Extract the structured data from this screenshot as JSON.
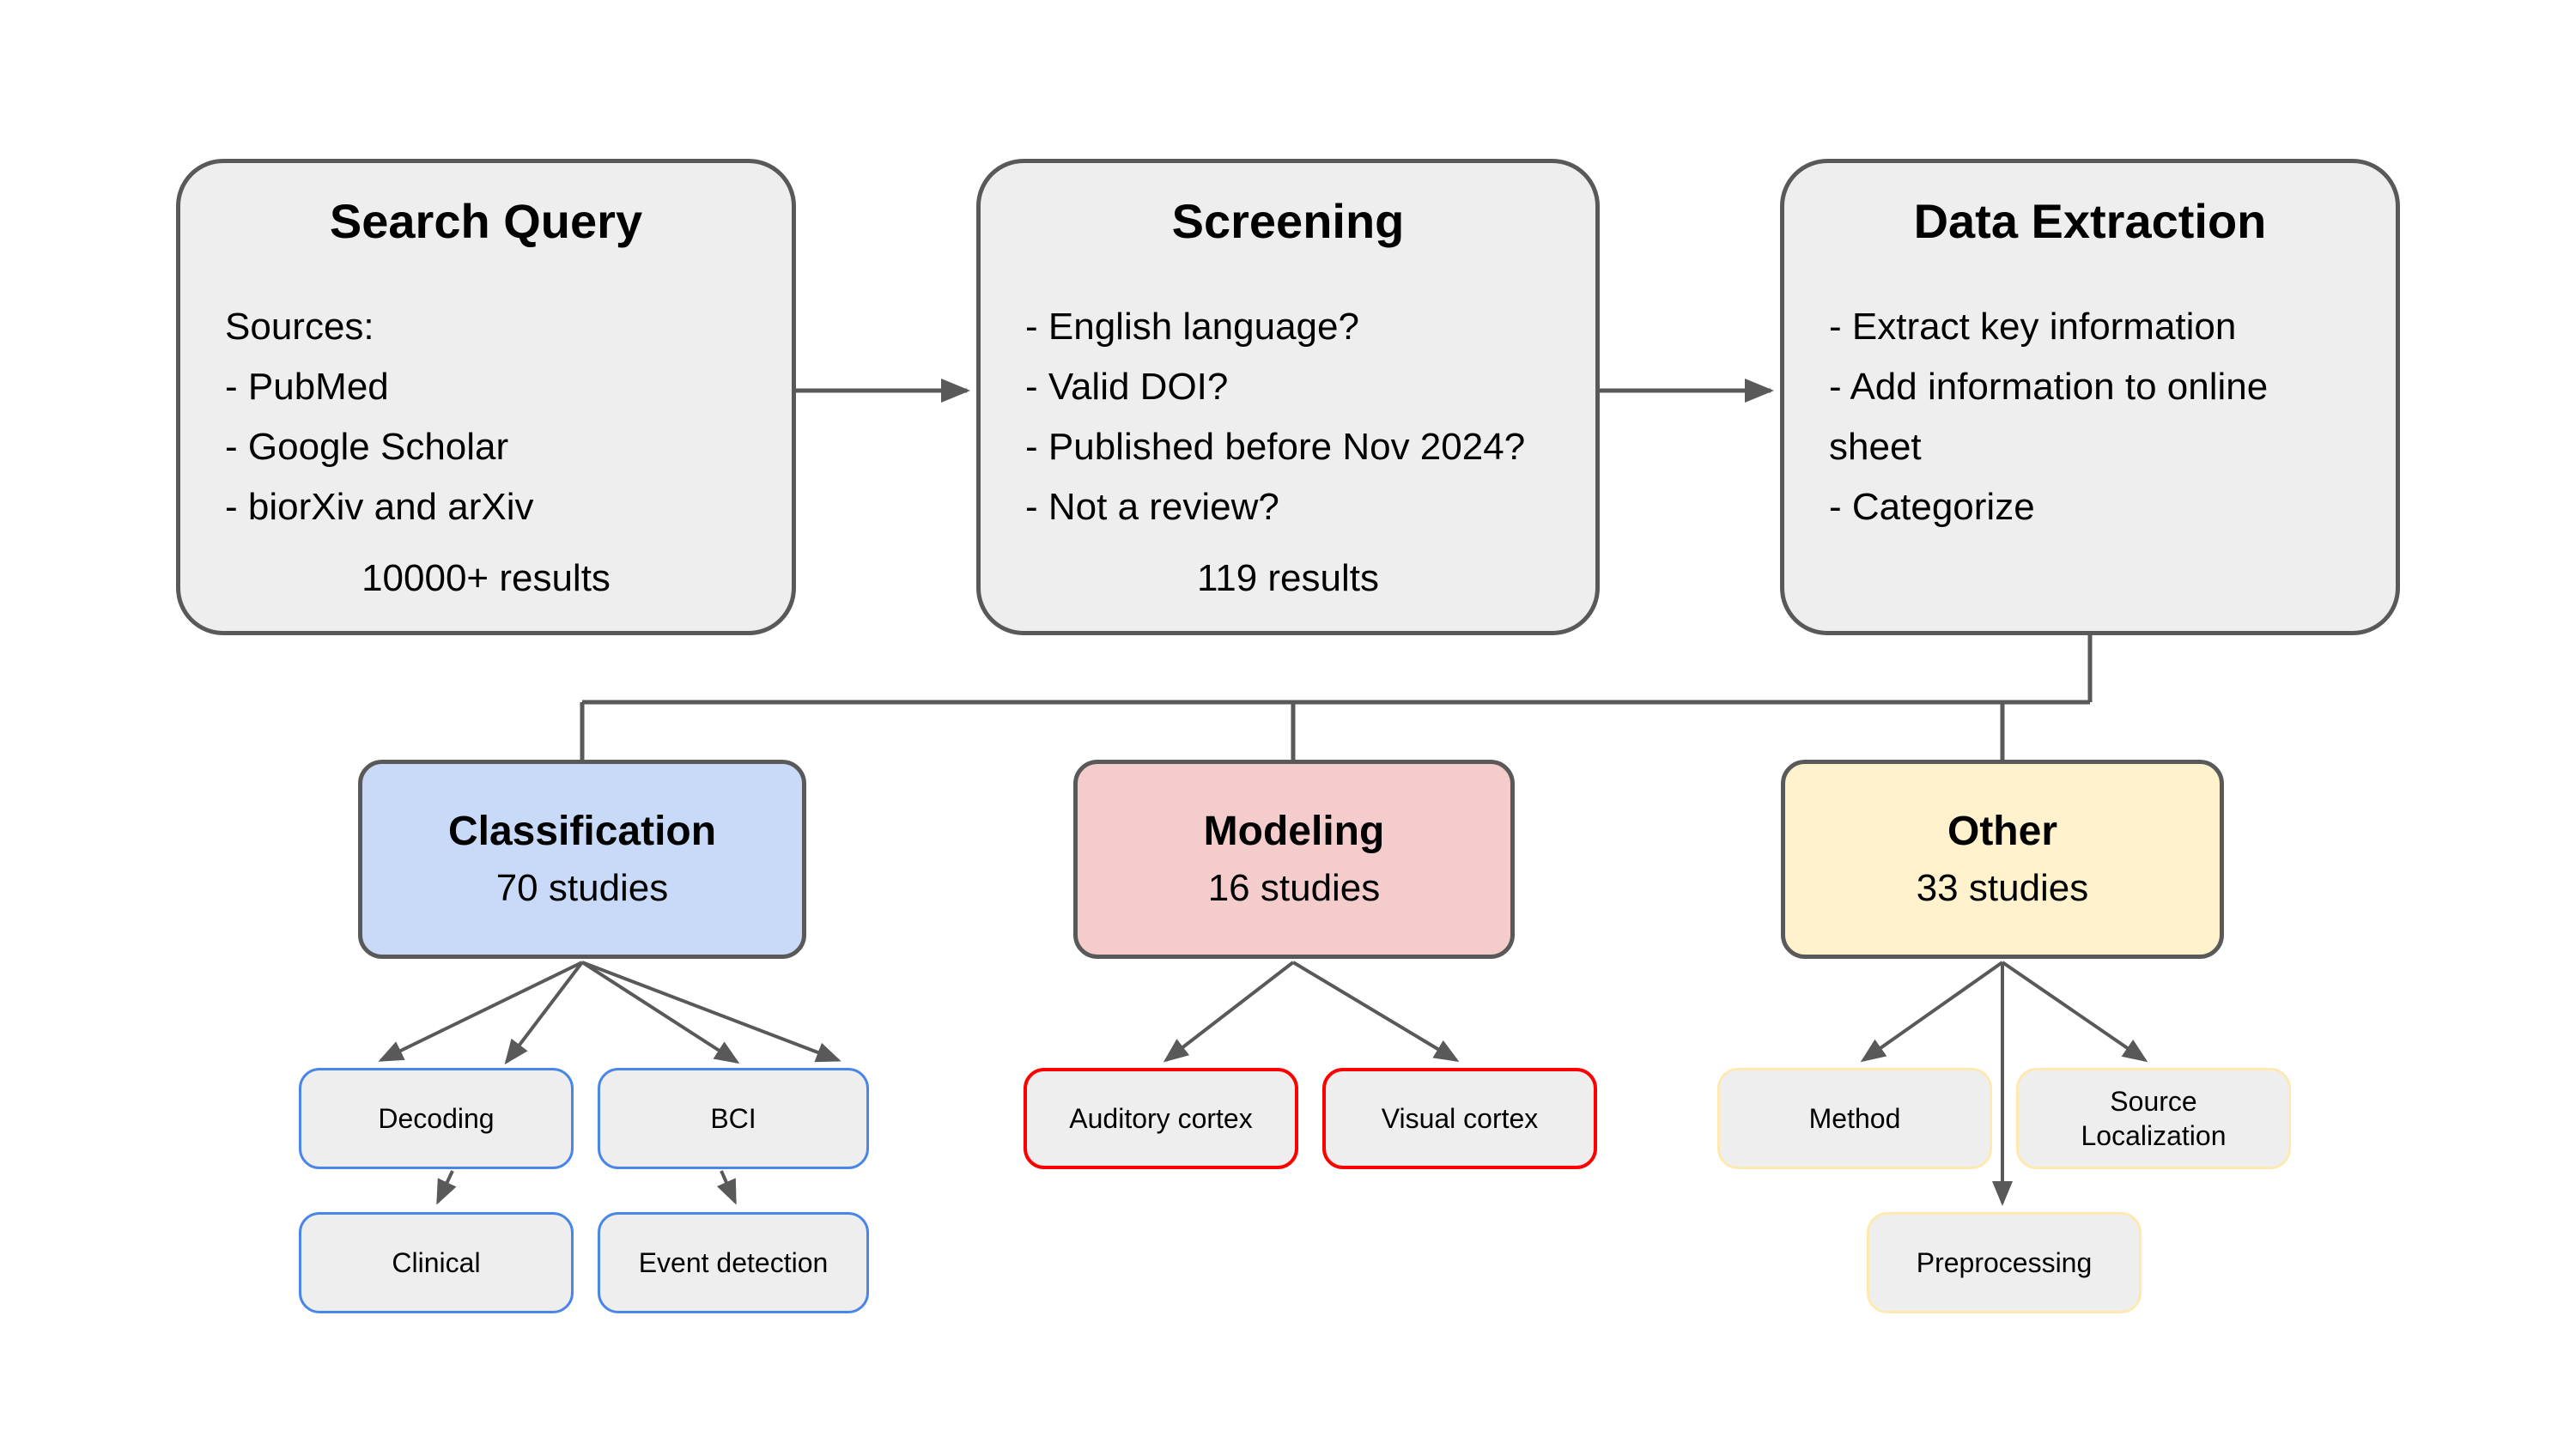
{
  "top_boxes": [
    {
      "title": "Search Query",
      "lines": [
        "Sources:",
        "- PubMed",
        "- Google Scholar",
        "- biorXiv and arXiv"
      ],
      "result": "10000+ results"
    },
    {
      "title": "Screening",
      "lines": [
        "- English language?",
        "- Valid DOI?",
        "- Published before Nov 2024?",
        "- Not a review?"
      ],
      "result": "119 results"
    },
    {
      "title": "Data Extraction",
      "lines": [
        "- Extract key information",
        "- Add information to online sheet",
        "- Categorize"
      ]
    }
  ],
  "categories": [
    {
      "title": "Classification",
      "count": "70 studies",
      "fill": "#c9daf8"
    },
    {
      "title": "Modeling",
      "count": "16 studies",
      "fill": "#f4cccc"
    },
    {
      "title": "Other",
      "count": "33 studies",
      "fill": "#fff2cc"
    }
  ],
  "subcategories": {
    "classification": [
      "Decoding",
      "BCI",
      "Clinical",
      "Event detection"
    ],
    "modeling": [
      "Auditory cortex",
      "Visual cortex"
    ],
    "other": [
      "Method",
      "Source Localization",
      "Preprocessing"
    ]
  },
  "colors": {
    "node_fill": "#eeeeee",
    "node_border": "#595959",
    "arrow": "#595959",
    "classification_fill": "#c9daf8",
    "modeling_fill": "#f4cccc",
    "other_fill": "#fff2cc",
    "classification_leaf_border": "#4a86e8",
    "modeling_leaf_border": "#ff0000",
    "other_leaf_border": "#ffe9b3"
  }
}
